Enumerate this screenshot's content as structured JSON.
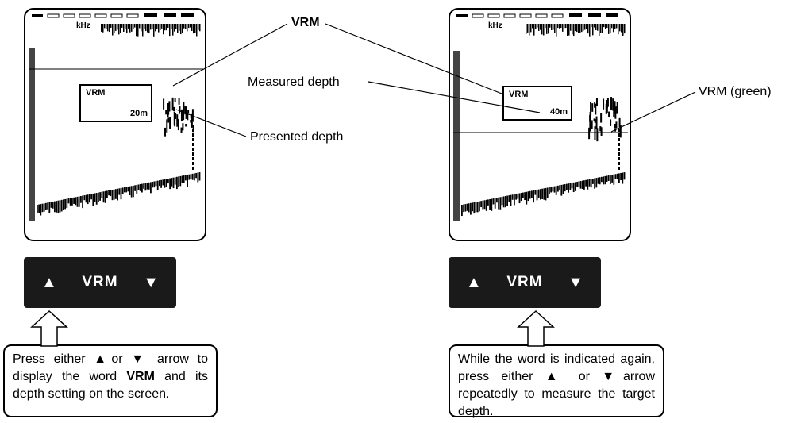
{
  "left_panel": {
    "khz": "kHz",
    "vrm_box_title": "VRM",
    "vrm_box_depth": "20m",
    "key_up": "▲",
    "key_label": "VRM",
    "key_down": "▼",
    "instruction": {
      "p1": "Press either ",
      "up": "▲",
      "p2": "or ",
      "down": "▼",
      "p3": " arrow to display the word ",
      "bold": "VRM",
      "p4": " and its depth setting on the screen."
    }
  },
  "right_panel": {
    "khz": "kHz",
    "vrm_box_title": "VRM",
    "vrm_box_depth": "40m",
    "key_up": "▲",
    "key_label": "VRM",
    "key_down": "▼",
    "instruction": {
      "p1": "While the word is indicated again, press either ",
      "up": "▲",
      "p2": " or ",
      "down": "▼",
      "p3": "arrow repeatedly to measure the target depth."
    }
  },
  "callouts": {
    "vrm": "VRM",
    "measured_depth": "Measured depth",
    "presented_depth": "Presented depth",
    "vrm_green": "VRM (green)"
  },
  "colors": {
    "keypad_bg": "#1a1a1a",
    "keypad_text": "#ffffff",
    "line": "#000000"
  }
}
